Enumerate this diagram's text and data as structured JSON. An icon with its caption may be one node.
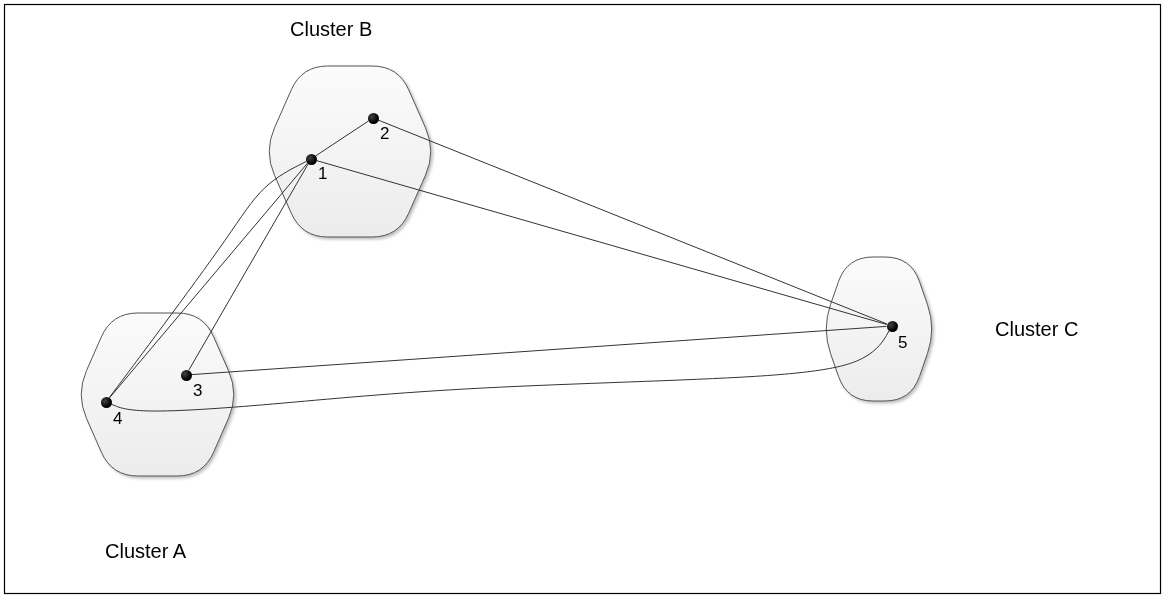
{
  "diagram": {
    "nodes": [
      {
        "text": [
          "Cluster B"
        ]
      },
      {
        "text": [
          "1"
        ],
        "in": 0
      },
      {
        "text": [
          "2"
        ],
        "in": 0
      },
      {
        "text": [
          "Cluster A"
        ]
      },
      {
        "text": [
          "3"
        ],
        "in": 3
      },
      {
        "text": [
          "4"
        ],
        "in": 3
      },
      {
        "text": [
          "Cluster C"
        ]
      },
      {
        "text": [
          "5"
        ],
        "in": 6
      }
    ],
    "edges": [
      {
        "from": 1,
        "to": 2,
        "arrow": "none"
      },
      {
        "from": 2,
        "to": 7,
        "arrow": "none"
      },
      {
        "from": 1,
        "to": 7,
        "arrow": "none"
      },
      {
        "from": 1,
        "to": 5,
        "arrow": "none"
      },
      {
        "from": 1,
        "to": 5,
        "arrow": "none"
      },
      {
        "from": 1,
        "to": 4,
        "arrow": "none"
      },
      {
        "from": 4,
        "to": 7,
        "arrow": "none"
      },
      {
        "from": 5,
        "to": 7,
        "arrow": "none"
      }
    ]
  }
}
